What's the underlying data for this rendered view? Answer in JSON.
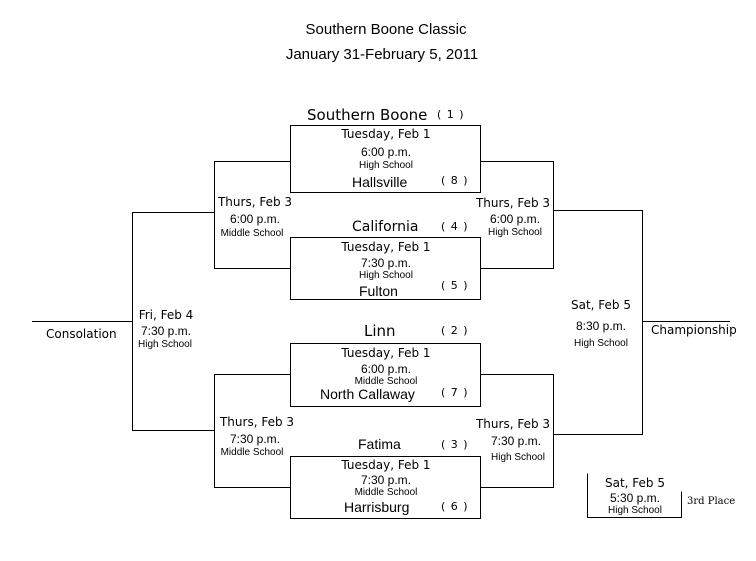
{
  "title": "Southern Boone Classic",
  "dates": "January 31-February 5, 2011",
  "games": [
    {
      "day": "Tuesday, Feb 1",
      "time": "6:00 p.m.",
      "level": "High School"
    },
    {
      "day": "Tuesday, Feb 1",
      "time": "7:30 p.m.",
      "level": "High School"
    },
    {
      "day": "Tuesday, Feb 1",
      "time": "6:00 p.m.",
      "level": "Middle School"
    },
    {
      "day": "Tuesday, Feb 1",
      "time": "7:30 p.m.",
      "level": "Middle School"
    },
    {
      "day": "Thurs, Feb 3",
      "time": "6:00 p.m.",
      "level": "Middle School"
    },
    {
      "day": "Thurs, Feb 3",
      "time": "6:00 p.m.",
      "level": "High School"
    },
    {
      "day": "Thurs, Feb 3",
      "time": "7:30 p.m.",
      "level": "Middle School"
    },
    {
      "day": "Thurs, Feb 3",
      "time": "7:30 p.m.",
      "level": "High School"
    },
    {
      "day": "Fri, Feb 4",
      "time": "7:30 p.m.",
      "level": "High School"
    },
    {
      "day": "Sat, Feb 5",
      "time": "8:30 p.m.",
      "level": "High School"
    },
    {
      "day": "Sat, Feb 5",
      "time": "5:30 p.m.",
      "level": "High School"
    }
  ],
  "teams": [
    {
      "name": "Southern Boone",
      "seed": "( 1 )"
    },
    {
      "name": "Hallsville",
      "seed": "( 8 )"
    },
    {
      "name": "California",
      "seed": "( 4 )"
    },
    {
      "name": "Fulton",
      "seed": "( 5 )"
    },
    {
      "name": "Linn",
      "seed": "( 2 )"
    },
    {
      "name": "North Callaway",
      "seed": "( 7 )"
    },
    {
      "name": "Fatima",
      "seed": "( 3 )"
    },
    {
      "name": "Harrisburg",
      "seed": "( 6 )"
    }
  ],
  "labels": {
    "consolation": "Consolation",
    "championship": "Championship",
    "third_place": "3rd Place"
  }
}
